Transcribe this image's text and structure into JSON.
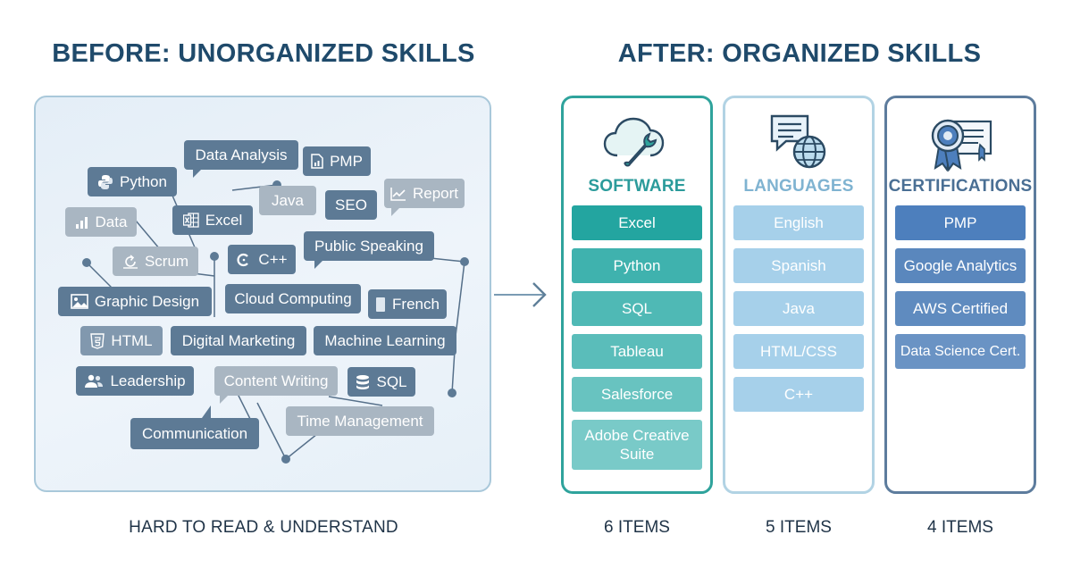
{
  "before": {
    "heading": "BEFORE: UNORGANIZED SKILLS",
    "caption": "HARD TO READ & UNDERSTAND",
    "tags": [
      {
        "label": "Data Analysis"
      },
      {
        "label": "PMP"
      },
      {
        "label": "Python"
      },
      {
        "label": "Report"
      },
      {
        "label": "Java"
      },
      {
        "label": "SEO"
      },
      {
        "label": "Data"
      },
      {
        "label": "Excel"
      },
      {
        "label": "Scrum"
      },
      {
        "label": "C++"
      },
      {
        "label": "Public Speaking"
      },
      {
        "label": "Graphic Design"
      },
      {
        "label": "Cloud Computing"
      },
      {
        "label": "French"
      },
      {
        "label": "HTML"
      },
      {
        "label": "Digital Marketing"
      },
      {
        "label": "Machine Learning"
      },
      {
        "label": "Leadership"
      },
      {
        "label": "Content Writing"
      },
      {
        "label": "SQL"
      },
      {
        "label": "Time Management"
      },
      {
        "label": "Communication"
      }
    ]
  },
  "after": {
    "heading": "AFTER: ORGANIZED SKILLS",
    "columns": [
      {
        "title": "SOFTWARE",
        "count": "6 ITEMS",
        "icon": "cloud-wrench-icon",
        "accent": "#2fa39c",
        "items": [
          {
            "label": "Excel",
            "color": "#23a5a0"
          },
          {
            "label": "Python",
            "color": "#3fb2ae"
          },
          {
            "label": "SQL",
            "color": "#4fb9b5"
          },
          {
            "label": "Tableau",
            "color": "#5abdba"
          },
          {
            "label": "Salesforce",
            "color": "#68c3c0"
          },
          {
            "label": "Adobe Creative Suite",
            "color": "#79cac8"
          }
        ]
      },
      {
        "title": "LANGUAGES",
        "count": "5 ITEMS",
        "icon": "speech-globe-icon",
        "accent": "#b2d3e4",
        "items": [
          {
            "label": "English",
            "color": "#a6d0ea"
          },
          {
            "label": "Spanish",
            "color": "#a6d0ea"
          },
          {
            "label": "Java",
            "color": "#a6d0ea"
          },
          {
            "label": "HTML/CSS",
            "color": "#a6d0ea"
          },
          {
            "label": "C++",
            "color": "#a6d0ea"
          }
        ]
      },
      {
        "title": "CERTIFICATIONS",
        "count": "4 ITEMS",
        "icon": "certificate-ribbon-icon",
        "accent": "#5d7c9d",
        "items": [
          {
            "label": "PMP",
            "color": "#4d7fbd"
          },
          {
            "label": "Google Analytics",
            "color": "#5a87bd"
          },
          {
            "label": "AWS Certified",
            "color": "#5f8bbf"
          },
          {
            "label": "Data Science Cert.",
            "color": "#6a93c4"
          }
        ]
      }
    ]
  }
}
